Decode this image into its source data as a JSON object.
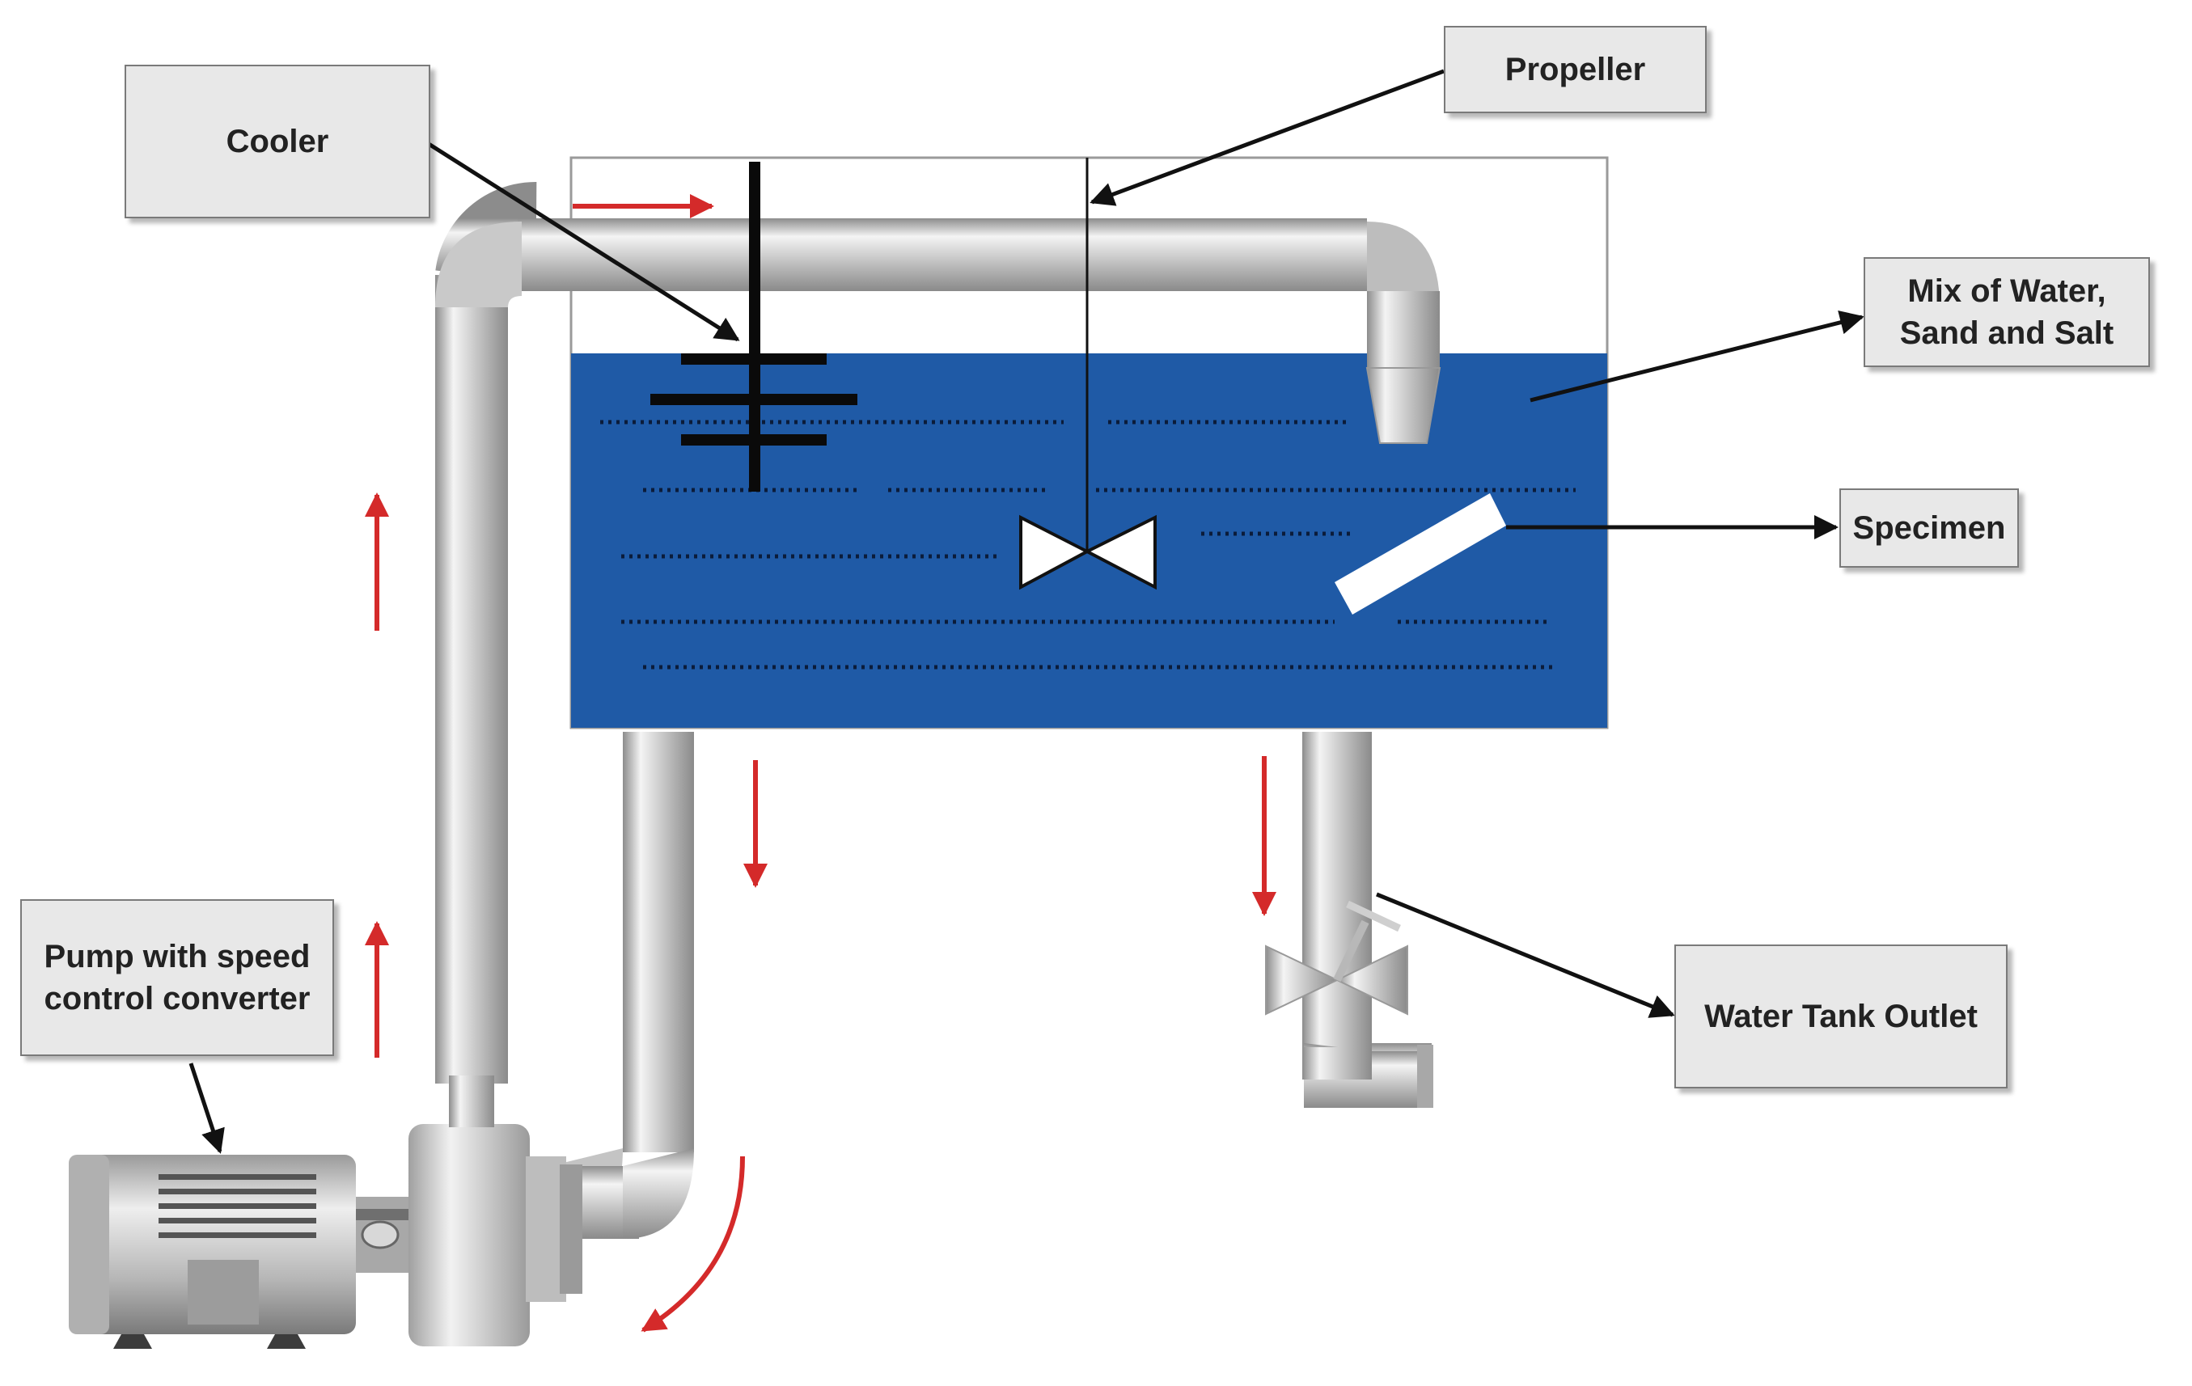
{
  "labels": {
    "cooler": "Cooler",
    "propeller": "Propeller",
    "mix_line1": "Mix of Water,",
    "mix_line2": "Sand and Salt",
    "specimen": "Specimen",
    "pump_line1": "Pump with speed",
    "pump_line2": "control converter",
    "outlet": "Water Tank Outlet"
  },
  "colors": {
    "water": "#1f5aa6",
    "pipe": "#c8c8c8",
    "flow_arrow": "#d42a2a",
    "label_bg": "#e8e8e8",
    "pointer": "#111111"
  },
  "icons": [
    "cooler-icon",
    "propeller-icon",
    "specimen-icon",
    "pump-motor-icon",
    "valve-icon"
  ]
}
